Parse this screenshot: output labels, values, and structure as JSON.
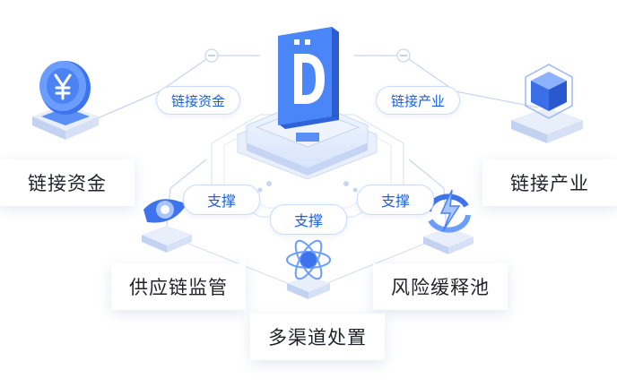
{
  "center": {
    "logo_letter": "D"
  },
  "connectors": {
    "left_pill": "链接资金",
    "right_pill": "链接产业",
    "support_left": "支撑",
    "support_center": "支撑",
    "support_right": "支撑"
  },
  "nodes": {
    "funds": "链接资金",
    "industry": "链接产业",
    "supply_chain": "供应链监管",
    "risk_pool": "风险缓释池",
    "multi_channel": "多渠道处置"
  },
  "colors": {
    "primary_blue": "#3d7bf5",
    "light_blue": "#dbe7ff",
    "pill_text": "#1b5fe0",
    "line": "#c9d6ee"
  },
  "icons": {
    "funds": "yen-coin-icon",
    "industry": "cube-icon",
    "supply_chain": "eye-icon",
    "risk_pool": "lightning-cycle-icon",
    "multi_channel": "atom-icon",
    "center": "logo-d-icon"
  }
}
